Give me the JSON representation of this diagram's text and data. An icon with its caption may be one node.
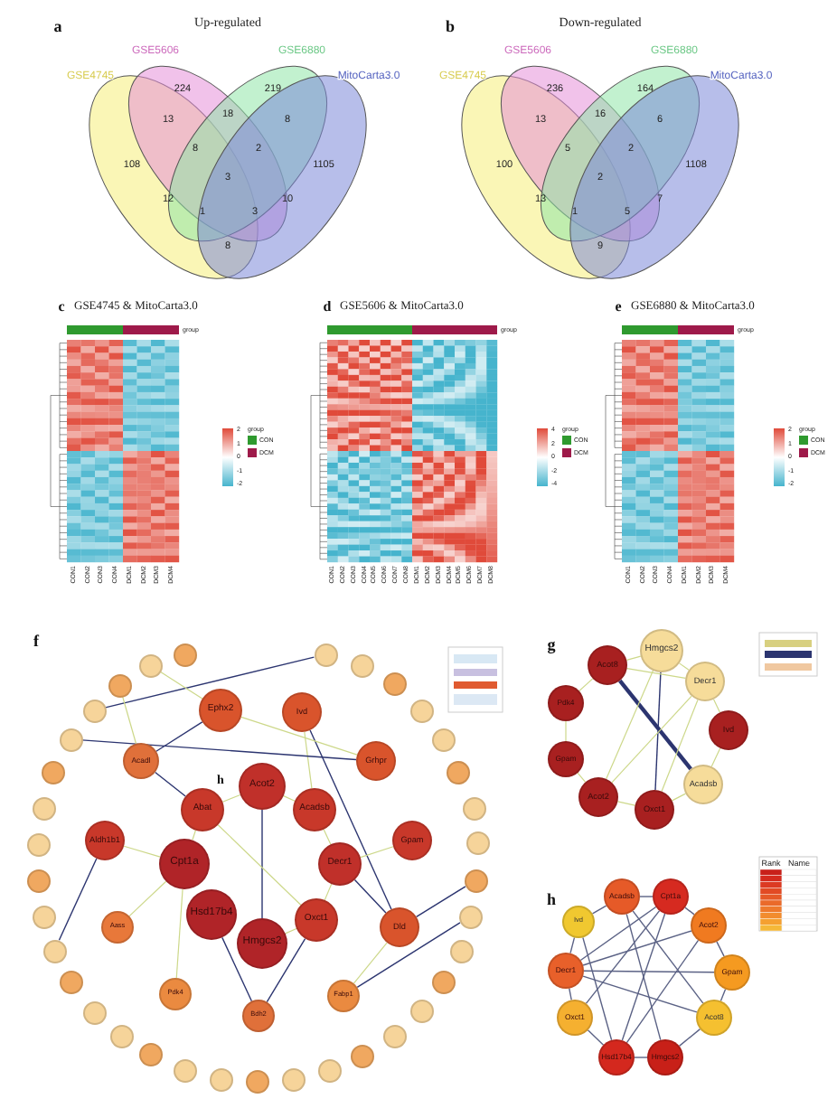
{
  "diagram": {
    "nodes": [
      {
        "text": [
          "GSE4745"
        ]
      },
      {
        "text": [
          "GSE5606"
        ]
      },
      {
        "text": [
          "GSE6880"
        ]
      },
      {
        "text": [
          "MitoCarta3.0"
        ]
      },
      {
        "text": [
          "GSE4745"
        ]
      },
      {
        "text": [
          "GSE5606"
        ]
      },
      {
        "text": [
          "GSE6880"
        ]
      },
      {
        "text": [
          "MitoCarta3.0"
        ]
      },
      {
        "text": [
          "Ephx2"
        ]
      },
      {
        "text": [
          "Ivd"
        ]
      },
      {
        "text": [
          "Acadl"
        ]
      },
      {
        "text": [
          "Grhpr"
        ]
      },
      {
        "text": [
          "Acot2"
        ]
      },
      {
        "text": [
          "Abat"
        ]
      },
      {
        "text": [
          "Acadsb"
        ]
      },
      {
        "text": [
          "Aldh1b1"
        ]
      },
      {
        "text": [
          "Gpam"
        ]
      },
      {
        "text": [
          "Cpt1a"
        ]
      },
      {
        "text": [
          "Decr1"
        ]
      },
      {
        "text": [
          "Hsd17b4"
        ]
      },
      {
        "text": [
          "Oxct1"
        ]
      },
      {
        "text": [
          "Hmgcs2"
        ]
      },
      {
        "text": [
          "Dld"
        ]
      },
      {
        "text": [
          "Aass"
        ]
      },
      {
        "text": [
          "Pdk4"
        ]
      },
      {
        "text": [
          "Fabp1"
        ]
      },
      {
        "text": [
          "Bdh2"
        ]
      },
      {
        "text": [],
        "shape": "circle"
      },
      {
        "text": [],
        "shape": "circle"
      },
      {
        "text": [],
        "shape": "circle"
      },
      {
        "text": [],
        "shape": "circle"
      },
      {
        "text": [],
        "shape": "circle"
      },
      {
        "text": [],
        "shape": "circle"
      },
      {
        "text": [],
        "shape": "circle"
      },
      {
        "text": [],
        "shape": "circle"
      },
      {
        "text": [],
        "shape": "circle"
      },
      {
        "text": [],
        "shape": "circle"
      },
      {
        "text": [],
        "shape": "circle"
      },
      {
        "text": [],
        "shape": "circle"
      },
      {
        "text": [],
        "shape": "circle"
      },
      {
        "text": [],
        "shape": "circle"
      },
      {
        "text": [],
        "shape": "circle"
      },
      {
        "text": [],
        "shape": "circle"
      },
      {
        "text": [],
        "shape": "circle"
      },
      {
        "text": [],
        "shape": "circle"
      },
      {
        "text": [],
        "shape": "circle"
      },
      {
        "text": [],
        "shape": "circle"
      },
      {
        "text": [],
        "shape": "circle"
      },
      {
        "text": [],
        "shape": "circle"
      },
      {
        "text": [],
        "shape": "circle"
      },
      {
        "text": [],
        "shape": "circle"
      },
      {
        "text": [],
        "shape": "circle"
      },
      {
        "text": [],
        "shape": "circle"
      },
      {
        "text": [],
        "shape": "circle"
      },
      {
        "text": [],
        "shape": "circle"
      },
      {
        "text": [],
        "shape": "circle"
      },
      {
        "text": [],
        "shape": "circle"
      },
      {
        "text": [],
        "shape": "circle"
      },
      {
        "text": [],
        "shape": "circle"
      },
      {
        "text": [],
        "shape": "circle"
      },
      {
        "text": [],
        "shape": "circle"
      },
      {
        "text": [],
        "shape": "circle"
      },
      {
        "text": [
          "Hmgcs2"
        ]
      },
      {
        "text": [
          "Acot8"
        ]
      },
      {
        "text": [
          "Decr1"
        ]
      },
      {
        "text": [
          "Pdk4"
        ]
      },
      {
        "text": [
          "Ivd"
        ]
      },
      {
        "text": [
          "Gpam"
        ]
      },
      {
        "text": [
          "Acadsb"
        ]
      },
      {
        "text": [
          "Acot2"
        ]
      },
      {
        "text": [
          "Oxct1"
        ]
      },
      {
        "text": [
          "Acadsb"
        ]
      },
      {
        "text": [
          "Cpt1a"
        ]
      },
      {
        "text": [
          "Ivd"
        ]
      },
      {
        "text": [
          "Acot2"
        ]
      },
      {
        "text": [
          "Decr1"
        ]
      },
      {
        "text": [
          "Gpam"
        ]
      },
      {
        "text": [
          "Oxct1"
        ]
      },
      {
        "text": [
          "Acot8"
        ]
      },
      {
        "text": [
          "Hsd17b4"
        ]
      },
      {
        "text": [
          "Hmgcs2"
        ]
      }
    ],
    "edges": [
      {
        "from": 19,
        "to": 26,
        "arrow": "none",
        "color": "#2c3570"
      },
      {
        "from": 9,
        "to": 22,
        "arrow": "none",
        "color": "#2c3570"
      },
      {
        "from": 21,
        "to": 20,
        "arrow": "none"
      },
      {
        "from": 14,
        "to": 18,
        "arrow": "none"
      },
      {
        "from": 8,
        "to": 11,
        "arrow": "none"
      },
      {
        "from": 10,
        "to": 13,
        "arrow": "none",
        "color": "#2c3570"
      },
      {
        "from": 15,
        "to": 52,
        "arrow": "none",
        "color": "#2c3570"
      },
      {
        "from": 12,
        "to": 21,
        "arrow": "none",
        "color": "#2c3570"
      },
      {
        "from": 13,
        "to": 20,
        "arrow": "none"
      },
      {
        "from": 17,
        "to": 15,
        "arrow": "none"
      },
      {
        "from": 16,
        "to": 18,
        "arrow": "none"
      },
      {
        "from": 20,
        "to": 26,
        "arrow": "none",
        "color": "#2c3570"
      },
      {
        "from": 22,
        "to": 25,
        "arrow": "none"
      },
      {
        "from": 12,
        "to": 14,
        "arrow": "none"
      },
      {
        "from": 13,
        "to": 12,
        "arrow": "none"
      },
      {
        "from": 17,
        "to": 13,
        "arrow": "none"
      },
      {
        "from": 24,
        "to": 17,
        "arrow": "none"
      },
      {
        "from": 23,
        "to": 17,
        "arrow": "none"
      },
      {
        "from": 8,
        "to": 10,
        "arrow": "none",
        "color": "#2c3570"
      },
      {
        "from": 9,
        "to": 14,
        "arrow": "none"
      },
      {
        "from": 18,
        "to": 22,
        "arrow": "none",
        "color": "#2c3570"
      },
      {
        "from": 18,
        "to": 20,
        "arrow": "none"
      },
      {
        "from": 22,
        "to": 36,
        "arrow": "none",
        "color": "#2c3570"
      },
      {
        "from": 25,
        "to": 37,
        "arrow": "none",
        "color": "#2c3570"
      },
      {
        "from": 59,
        "to": 28,
        "arrow": "none",
        "color": "#2c3570"
      },
      {
        "from": 58,
        "to": 11,
        "arrow": "none",
        "color": "#2c3570"
      },
      {
        "from": 60,
        "to": 10,
        "arrow": "none"
      },
      {
        "from": 61,
        "to": 8,
        "arrow": "none"
      },
      {
        "from": 63,
        "to": 68,
        "arrow": "none",
        "style": "thick",
        "color": "#2c3570"
      },
      {
        "from": 62,
        "to": 70,
        "arrow": "none",
        "color": "#2c3570"
      },
      {
        "from": 62,
        "to": 63,
        "arrow": "none"
      },
      {
        "from": 62,
        "to": 64,
        "arrow": "none"
      },
      {
        "from": 63,
        "to": 65,
        "arrow": "none"
      },
      {
        "from": 65,
        "to": 67,
        "arrow": "none"
      },
      {
        "from": 67,
        "to": 69,
        "arrow": "none"
      },
      {
        "from": 69,
        "to": 70,
        "arrow": "none"
      },
      {
        "from": 70,
        "to": 68,
        "arrow": "none"
      },
      {
        "from": 68,
        "to": 66,
        "arrow": "none"
      },
      {
        "from": 66,
        "to": 64,
        "arrow": "none"
      },
      {
        "from": 64,
        "to": 69,
        "arrow": "none"
      },
      {
        "from": 64,
        "to": 70,
        "arrow": "none"
      },
      {
        "from": 62,
        "to": 69,
        "arrow": "none"
      },
      {
        "from": 63,
        "to": 64,
        "arrow": "none"
      },
      {
        "from": 71,
        "to": 72,
        "arrow": "none",
        "color": "#5b6285"
      },
      {
        "from": 72,
        "to": 74,
        "arrow": "none",
        "color": "#5b6285"
      },
      {
        "from": 74,
        "to": 76,
        "arrow": "none",
        "color": "#5b6285"
      },
      {
        "from": 76,
        "to": 78,
        "arrow": "none",
        "color": "#5b6285"
      },
      {
        "from": 78,
        "to": 80,
        "arrow": "none",
        "color": "#5b6285"
      },
      {
        "from": 80,
        "to": 79,
        "arrow": "none",
        "color": "#5b6285"
      },
      {
        "from": 79,
        "to": 77,
        "arrow": "none",
        "color": "#5b6285"
      },
      {
        "from": 77,
        "to": 75,
        "arrow": "none",
        "color": "#5b6285"
      },
      {
        "from": 75,
        "to": 73,
        "arrow": "none",
        "color": "#5b6285"
      },
      {
        "from": 73,
        "to": 71,
        "arrow": "none",
        "color": "#5b6285"
      },
      {
        "from": 72,
        "to": 79,
        "arrow": "none",
        "color": "#5b6285"
      },
      {
        "from": 71,
        "to": 80,
        "arrow": "none",
        "color": "#5b6285"
      },
      {
        "from": 75,
        "to": 74,
        "arrow": "none",
        "color": "#5b6285"
      },
      {
        "from": 75,
        "to": 78,
        "arrow": "none",
        "color": "#5b6285"
      },
      {
        "from": 73,
        "to": 79,
        "arrow": "none",
        "color": "#5b6285"
      },
      {
        "from": 72,
        "to": 77,
        "arrow": "none",
        "color": "#5b6285"
      },
      {
        "from": 71,
        "to": 78,
        "arrow": "none",
        "color": "#5b6285"
      },
      {
        "from": 74,
        "to": 79,
        "arrow": "none",
        "color": "#5b6285"
      },
      {
        "from": 75,
        "to": 76,
        "arrow": "none",
        "color": "#5b6285"
      },
      {
        "from": 72,
        "to": 75,
        "arrow": "none",
        "color": "#5b6285"
      }
    ],
    "labels": [
      "a",
      "Up-regulated",
      "224",
      "219",
      "13",
      "18",
      "8",
      "108",
      "8",
      "2",
      "1105",
      "3",
      "12",
      "10",
      "1",
      "3",
      "8",
      "b",
      "Down-regulated",
      "236",
      "164",
      "13",
      "16",
      "6",
      "100",
      "5",
      "2",
      "1108",
      "2",
      "13",
      "7",
      "1",
      "5",
      "9",
      "c",
      "GSE4745 & MitoCarta3.0",
      "group",
      "2",
      "1",
      "0",
      "-1",
      "-2",
      "group",
      "CON1",
      "CON2",
      "CON3",
      "CON4",
      "DCM1",
      "DCM2",
      "DCM3",
      "DCM4",
      "d",
      "GSE5606 & MitoCarta3.0",
      "group",
      "4",
      "2",
      "0",
      "-2",
      "-4",
      "group",
      "CON1",
      "CON2",
      "CON3",
      "CON4",
      "CON5",
      "CON6",
      "CON7",
      "CON8",
      "DCM1",
      "DCM2",
      "DCM3",
      "DCM4",
      "DCM5",
      "DCM6",
      "DCM7",
      "DCM8",
      "e",
      "GSE6880 & MitoCarta3.0",
      "group",
      "2",
      "1",
      "0",
      "-1",
      "-2",
      "group",
      "CON1",
      "CON2",
      "CON3",
      "CON4",
      "DCM1",
      "DCM2",
      "DCM3",
      "DCM4",
      "f",
      "h",
      "g",
      "h",
      "Rank",
      "Name"
    ],
    "legend": [
      {
        "text": "CON",
        "color": "#2f9a2f"
      },
      {
        "text": "DCM",
        "color": "#9e1a4a"
      },
      {
        "text": "CON",
        "color": "#2f9a2f"
      },
      {
        "text": "DCM",
        "color": "#9e1a4a"
      },
      {
        "text": "CON",
        "color": "#2f9a2f"
      },
      {
        "text": "DCM",
        "color": "#9e1a4a"
      }
    ]
  }
}
